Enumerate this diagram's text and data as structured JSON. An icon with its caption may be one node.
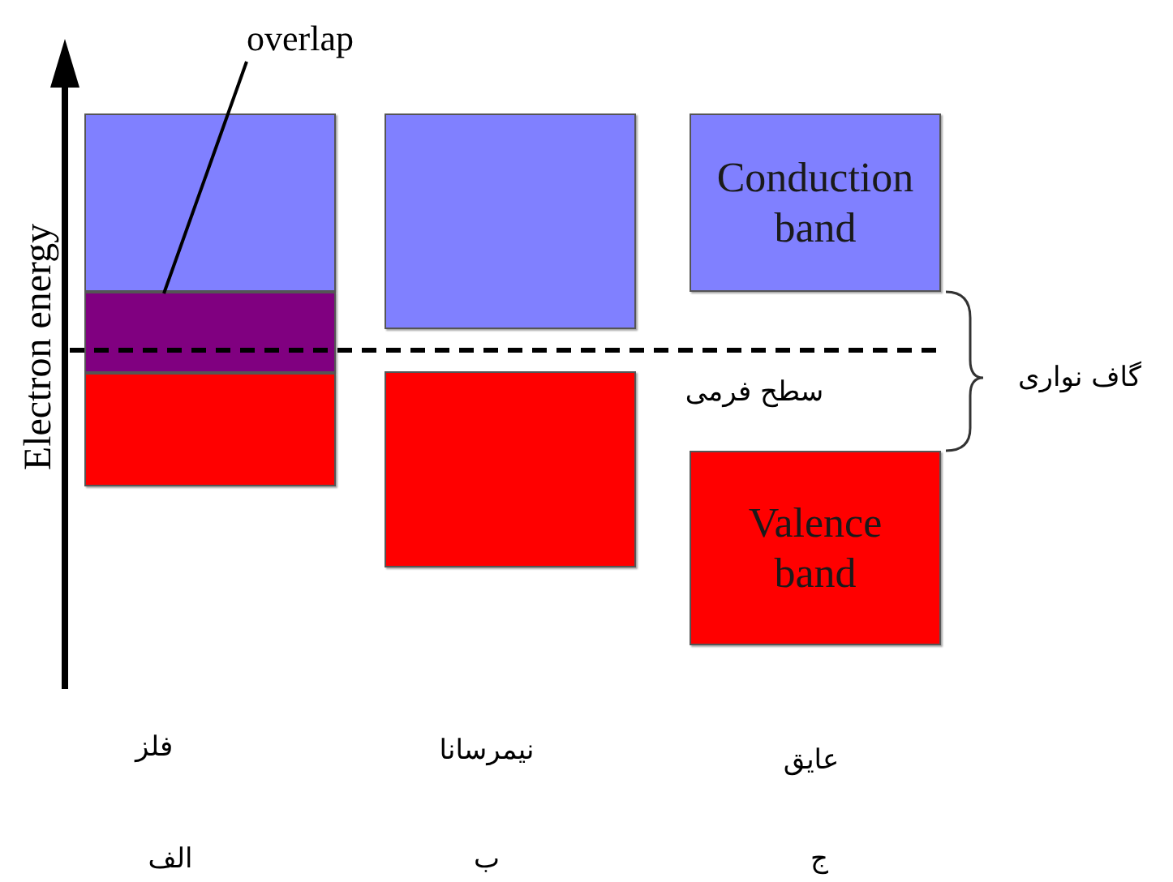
{
  "diagram": {
    "nodes": [
      {
        "text": [
          "overlap"
        ]
      },
      {
        "text": [],
        "shape": "box"
      },
      {
        "text": [],
        "shape": "box"
      },
      {
        "text": [],
        "shape": "box"
      },
      {
        "text": [],
        "shape": "box"
      },
      {
        "text": [],
        "shape": "box"
      },
      {
        "text": [
          "Conduction band"
        ]
      },
      {
        "text": [
          "Valence band"
        ]
      }
    ],
    "edges": [
      {
        "from": 0,
        "to": 2,
        "arrow": "none"
      }
    ],
    "labels": [
      "Electron energy",
      "سطح فرمی",
      "گاف نواری",
      "فلز",
      "نیمرسانا",
      "عایق",
      "الف",
      "ب",
      "ج"
    ]
  }
}
